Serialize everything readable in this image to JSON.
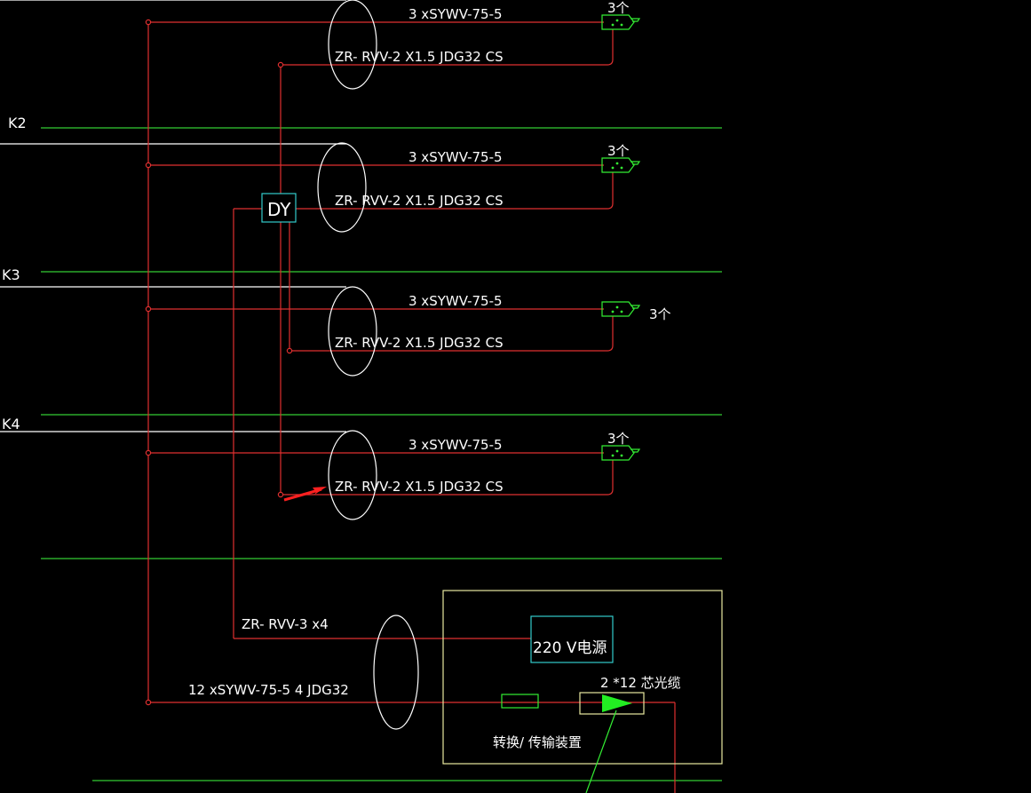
{
  "colors": {
    "background": "#000000",
    "floor_line": "#33cc33",
    "wire": "#e03030",
    "bus_white": "#ffffff",
    "box_cyan": "#33cccc",
    "box_yellow": "#e8e8a0",
    "camera": "#33ee33",
    "arrow_red": "#ff2020"
  },
  "floors": [
    {
      "label": "",
      "cable_label": "3 xSYWV-75-5",
      "power_label": "ZR- RVV-2 X1.5 JDG32  CS",
      "camera_count": "3个",
      "camera_count_side": "top"
    },
    {
      "label": "K2",
      "cable_label": "3 xSYWV-75-5",
      "power_label": "ZR- RVV-2 X1.5 JDG32  CS",
      "camera_count": "3个",
      "camera_count_side": "top"
    },
    {
      "label": "K3",
      "cable_label": "3 xSYWV-75-5",
      "power_label": "ZR- RVV-2 X1.5 JDG32  CS",
      "camera_count": "3个",
      "camera_count_side": "right"
    },
    {
      "label": "K4",
      "cable_label": "3 xSYWV-75-5",
      "power_label": "ZR- RVV-2 X1.5 JDG32  CS",
      "camera_count": "3个",
      "camera_count_side": "top"
    }
  ],
  "dy_box": {
    "label": "DY"
  },
  "bottom": {
    "power_cable_label": "ZR- RVV-3 x4",
    "trunk_cable_label": "12 xSYWV-75-5  4 JDG32",
    "power_supply_label": "220 V电源",
    "fiber_label": "2 *12 芯光缆",
    "device_label": "转换/ 传输装置"
  },
  "icons": {
    "camera": "camera-icon",
    "converter": "converter-icon",
    "optical_transmitter": "optical-transmitter-icon",
    "pointer": "red-arrow-pointer-icon"
  }
}
